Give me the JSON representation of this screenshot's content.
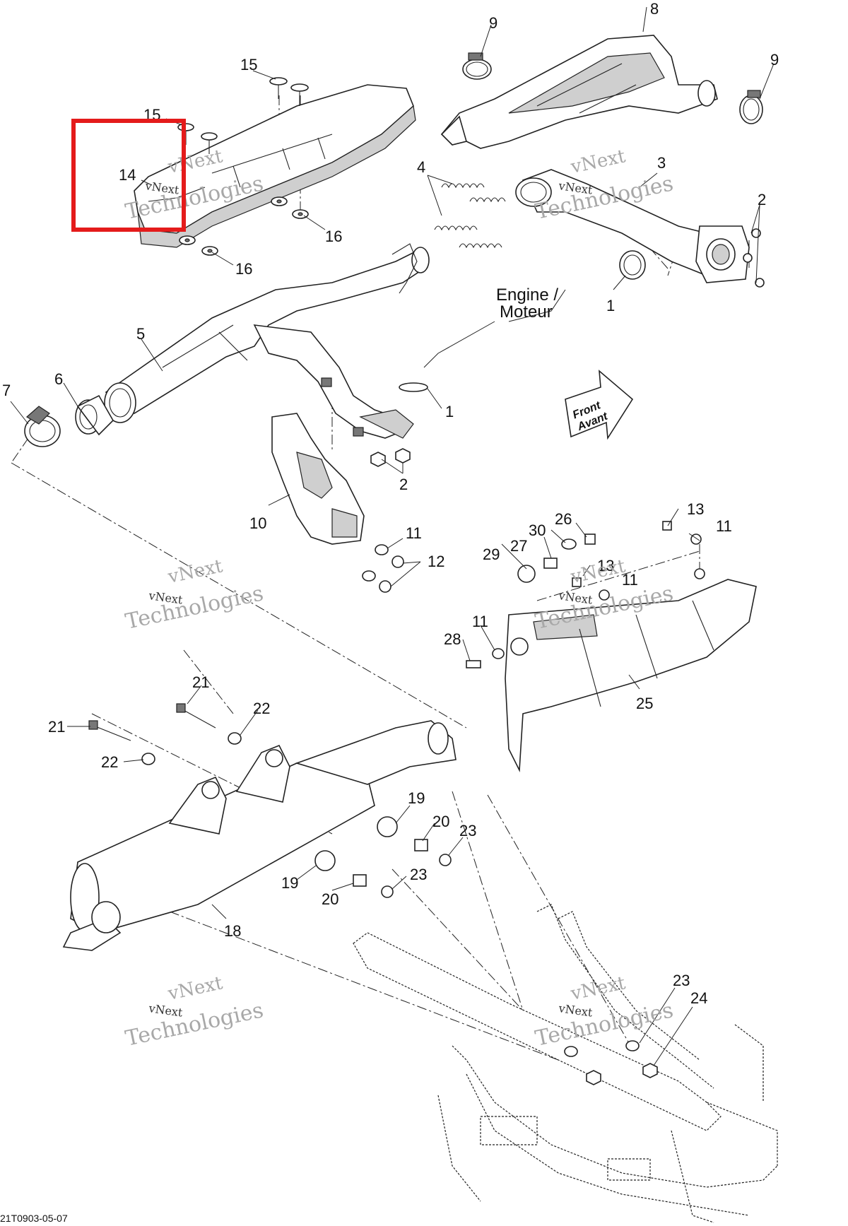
{
  "diagram": {
    "callouts": [
      "1",
      "1",
      "2",
      "2",
      "3",
      "4",
      "5",
      "6",
      "7",
      "8",
      "9",
      "9",
      "10",
      "11",
      "11",
      "11",
      "11",
      "12",
      "13",
      "13",
      "14",
      "15",
      "15",
      "16",
      "16",
      "18",
      "19",
      "19",
      "20",
      "20",
      "21",
      "21",
      "22",
      "22",
      "23",
      "23",
      "23",
      "24",
      "25",
      "26",
      "27",
      "28",
      "29",
      "30"
    ],
    "engine_label_line1": "Engine /",
    "engine_label_line2": "Moteur",
    "front_label_line1": "Front",
    "front_label_line2": "Avant",
    "watermark_line1": "vNext",
    "watermark_line2": "Technologies",
    "footer_code": "21T0903-05-07",
    "highlight_color": "#e41b1b"
  }
}
